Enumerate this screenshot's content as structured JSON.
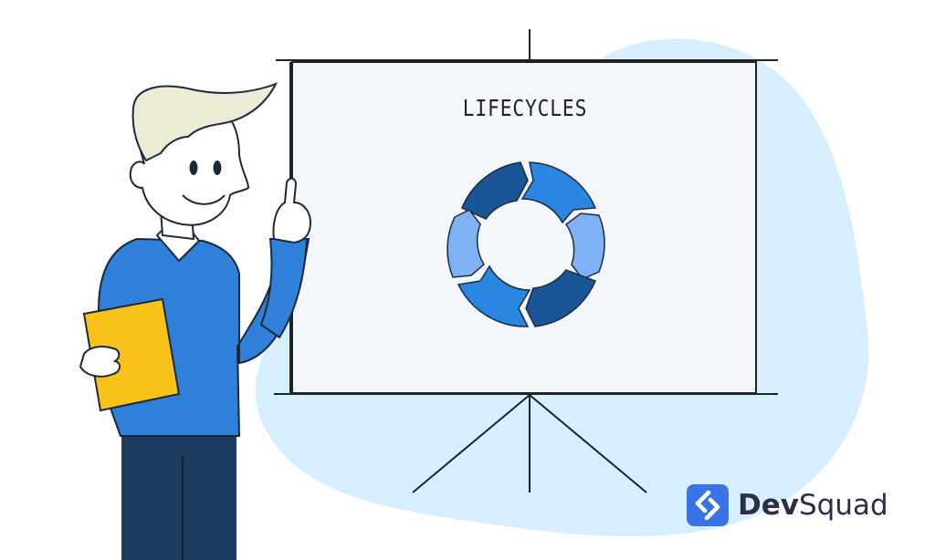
{
  "board": {
    "title": "LIFECYCLES"
  },
  "brand": {
    "name_bold": "Dev",
    "name_regular": "Squad"
  },
  "colors": {
    "blob": "#d6efff",
    "board": "#f3f7fb",
    "cycle_dark": "#1a5597",
    "cycle_mid": "#2a86e0",
    "cycle_light": "#7fb2f5",
    "shirt": "#2f80d8",
    "pants": "#1d3b5e",
    "hair": "#ecebd6",
    "clipboard": "#f8c21b",
    "logo": "#3a73e8"
  },
  "icons": [
    "lifecycle-ring-icon",
    "devsquad-logo-icon"
  ]
}
